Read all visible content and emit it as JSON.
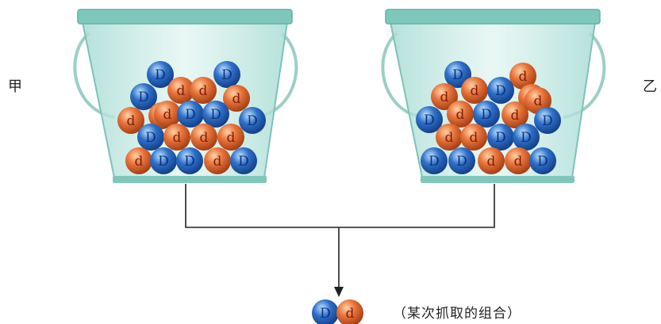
{
  "labels": {
    "left": "甲",
    "right": "乙"
  },
  "caption": "（某次抓取的组合）",
  "colors": {
    "dominant_ball": "#2f70c8",
    "recessive_ball": "#e8733a",
    "bucket_glass": "#bfe6e0",
    "bucket_rim": "#5fb3a8",
    "line": "#222222"
  },
  "buckets": [
    {
      "name": "甲",
      "balls": [
        {
          "allele": "D"
        },
        {
          "allele": "D"
        },
        {
          "allele": "D"
        },
        {
          "allele": "d"
        },
        {
          "allele": "d"
        },
        {
          "allele": "d"
        },
        {
          "allele": "d"
        },
        {
          "allele": "d"
        },
        {
          "allele": "d"
        },
        {
          "allele": "D"
        },
        {
          "allele": "D"
        },
        {
          "allele": "D"
        },
        {
          "allele": "D"
        },
        {
          "allele": "d"
        },
        {
          "allele": "d"
        },
        {
          "allele": "d"
        },
        {
          "allele": "d"
        },
        {
          "allele": "D"
        },
        {
          "allele": "D"
        },
        {
          "allele": "d"
        },
        {
          "allele": "D"
        }
      ]
    },
    {
      "name": "乙",
      "balls": [
        {
          "allele": "D"
        },
        {
          "allele": "d"
        },
        {
          "allele": "d"
        },
        {
          "allele": "d"
        },
        {
          "allele": "D"
        },
        {
          "allele": "d"
        },
        {
          "allele": "d"
        },
        {
          "allele": "D"
        },
        {
          "allele": "d"
        },
        {
          "allele": "D"
        },
        {
          "allele": "d"
        },
        {
          "allele": "D"
        },
        {
          "allele": "d"
        },
        {
          "allele": "d"
        },
        {
          "allele": "D"
        },
        {
          "allele": "D"
        },
        {
          "allele": "D"
        },
        {
          "allele": "D"
        },
        {
          "allele": "d"
        },
        {
          "allele": "d"
        },
        {
          "allele": "D"
        }
      ]
    }
  ],
  "drawn_pair": [
    {
      "allele": "D"
    },
    {
      "allele": "d"
    }
  ]
}
